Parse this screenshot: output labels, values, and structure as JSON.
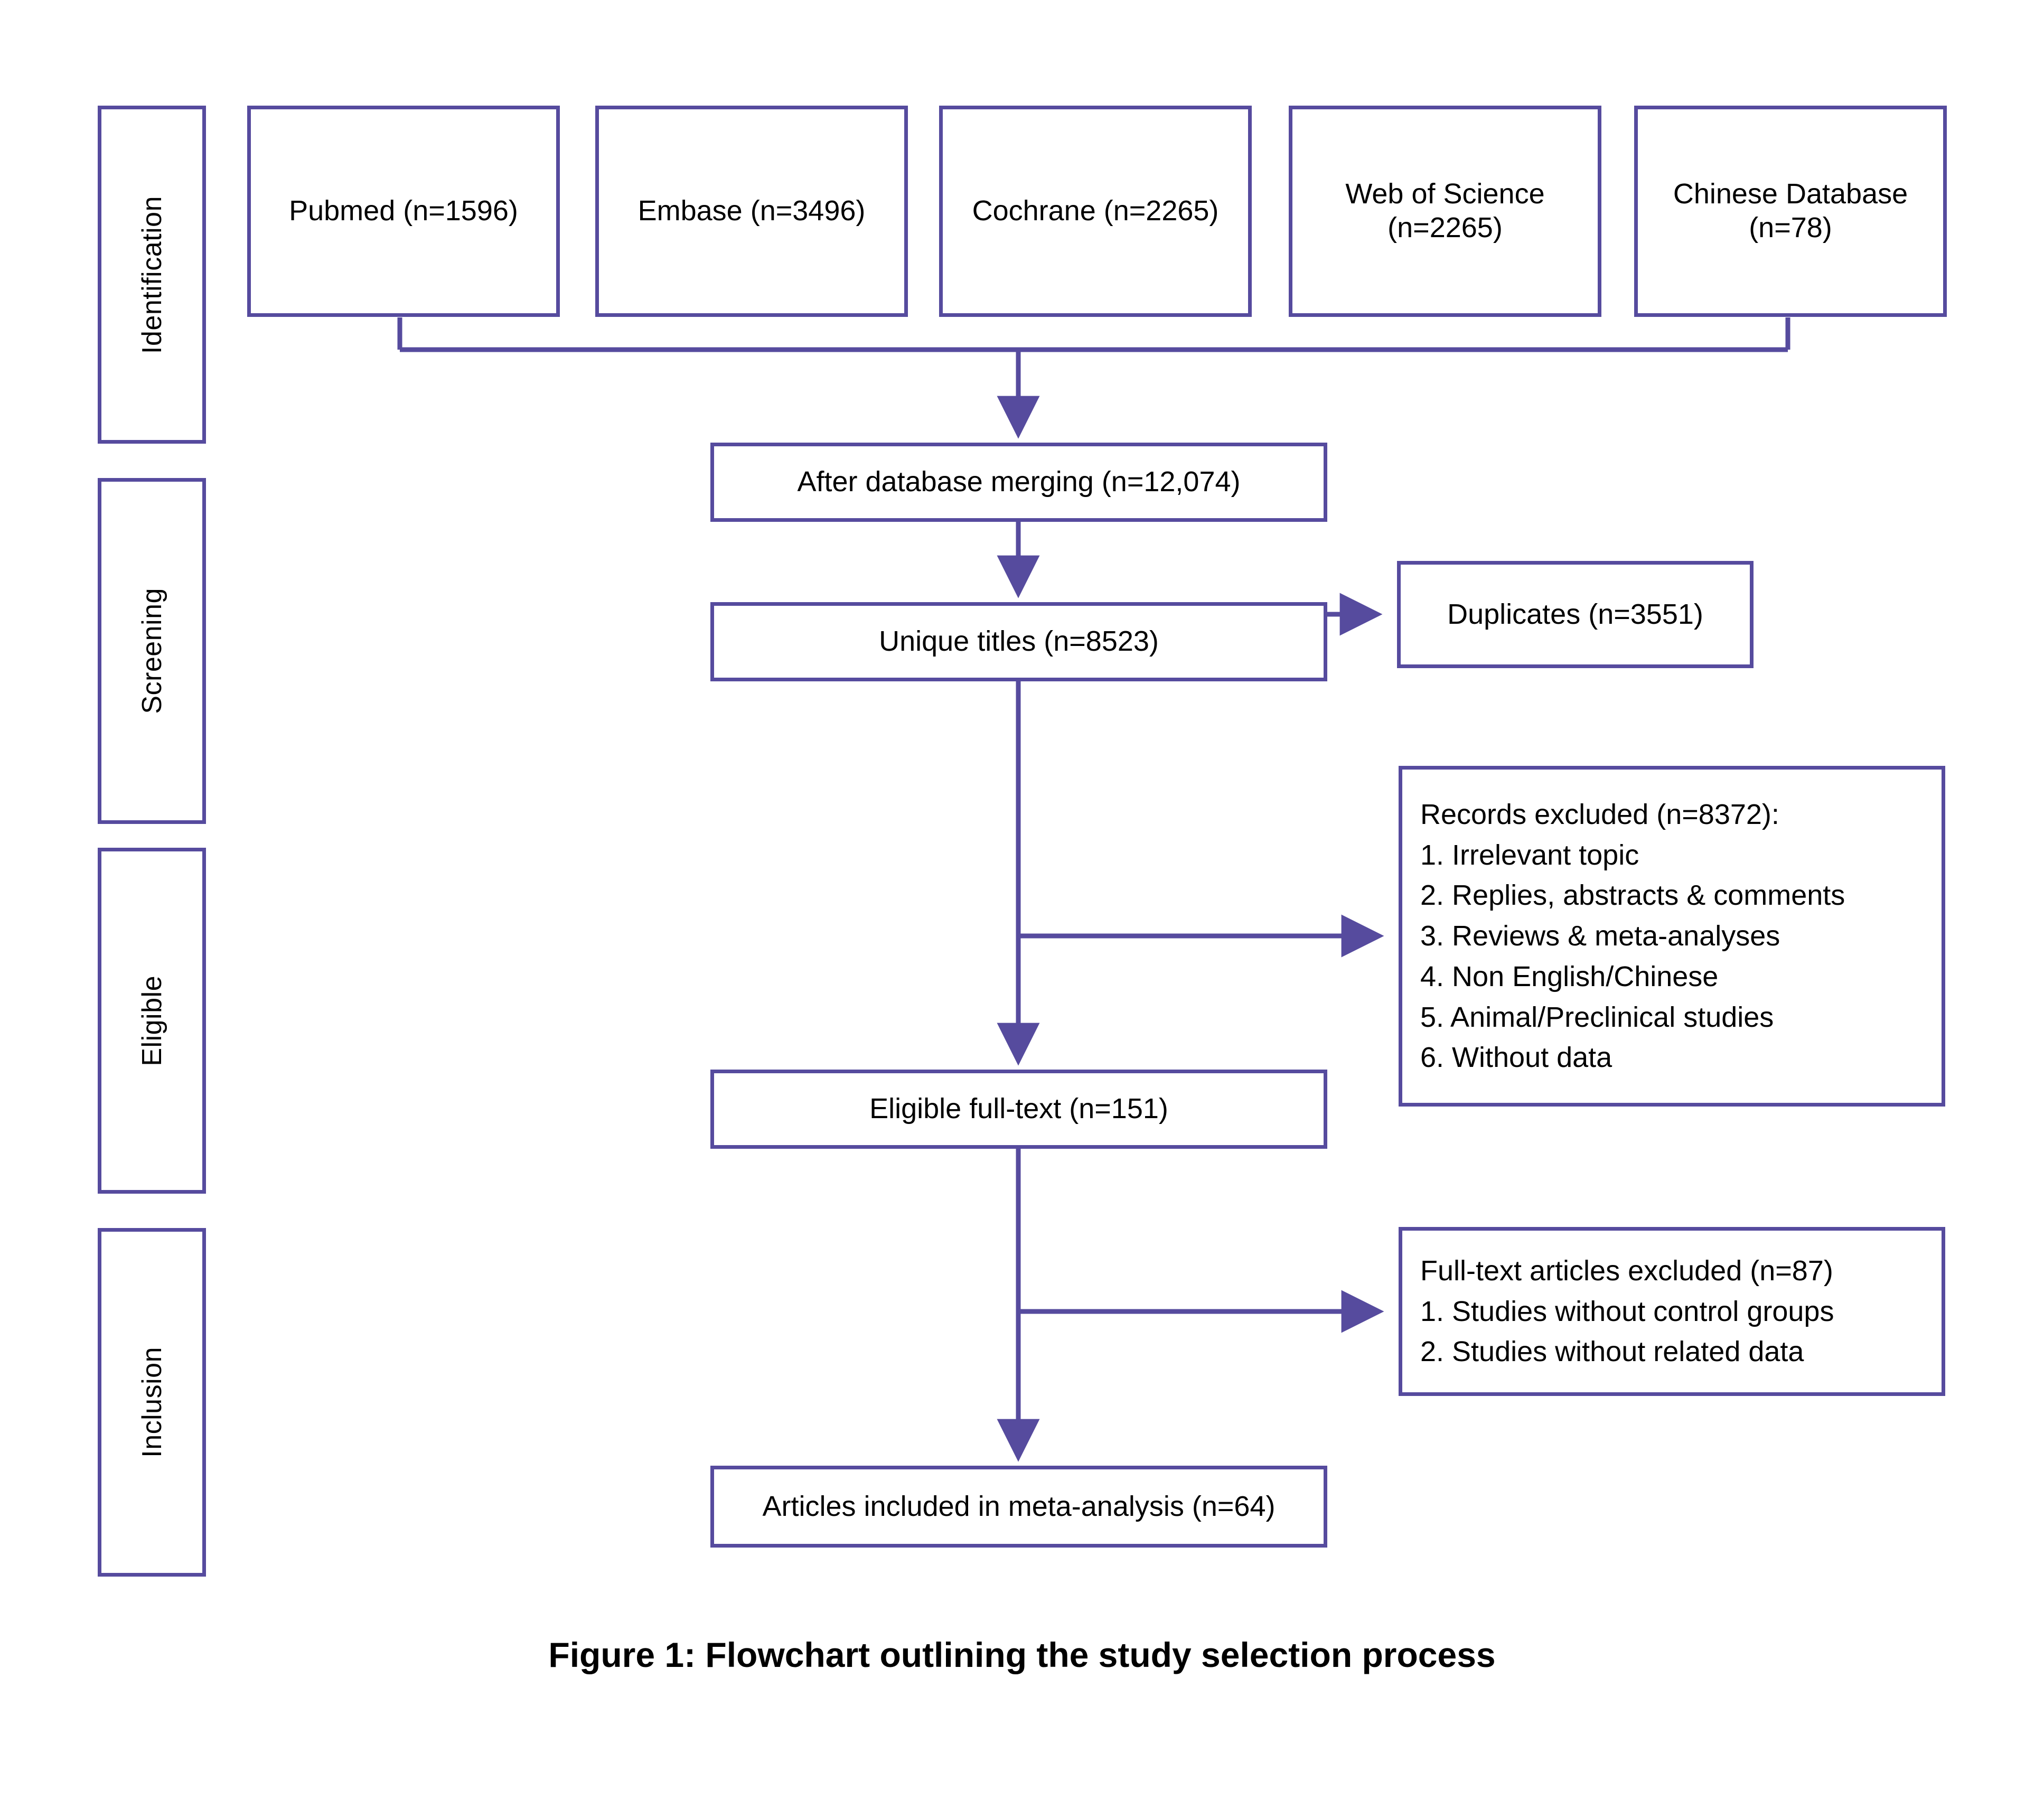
{
  "figure": {
    "caption": "Figure 1: Flowchart outlining the study selection process",
    "accent_color": "#564B9E",
    "text_color": "#000000",
    "background_color": "#FFFFFF"
  },
  "stages": [
    {
      "label": "Identification"
    },
    {
      "label": "Screening"
    },
    {
      "label": "Eligible"
    },
    {
      "label": "Inclusion"
    }
  ],
  "sources": [
    {
      "label": "Pubmed (n=1596)"
    },
    {
      "label": "Embase (n=3496)"
    },
    {
      "label": "Cochrane (n=2265)"
    },
    {
      "label": "Web of Science\n(n=2265)"
    },
    {
      "label": "Chinese Database\n(n=78)"
    }
  ],
  "flow": {
    "merged": "After database merging (n=12,074)",
    "unique_titles": "Unique titles (n=8523)",
    "eligible_fulltext": "Eligible full-text (n=151)",
    "included": "Articles included in meta-analysis (n=64)"
  },
  "exclusions": {
    "duplicates": "Duplicates (n=3551)",
    "records_excluded": {
      "heading": "Records excluded (n=8372):",
      "items": [
        "1. Irrelevant topic",
        "2. Replies, abstracts & comments",
        "3. Reviews & meta-analyses",
        "4. Non English/Chinese",
        "5. Animal/Preclinical studies",
        "6. Without data"
      ]
    },
    "fulltext_excluded": {
      "heading": "Full-text articles excluded (n=87)",
      "items": [
        "1. Studies without control groups",
        "2. Studies without related data"
      ]
    }
  },
  "chart_data": {
    "type": "diagram",
    "title": "Figure 1: Flowchart outlining the study selection process",
    "diagram_kind": "PRISMA study selection flowchart",
    "stages": [
      "Identification",
      "Screening",
      "Eligible",
      "Inclusion"
    ],
    "nodes": [
      {
        "id": "pubmed",
        "stage": "Identification",
        "label": "Pubmed (n=1596)",
        "n": 1596
      },
      {
        "id": "embase",
        "stage": "Identification",
        "label": "Embase (n=3496)",
        "n": 3496
      },
      {
        "id": "cochrane",
        "stage": "Identification",
        "label": "Cochrane (n=2265)",
        "n": 2265
      },
      {
        "id": "wos",
        "stage": "Identification",
        "label": "Web of Science (n=2265)",
        "n": 2265
      },
      {
        "id": "chinese",
        "stage": "Identification",
        "label": "Chinese Database (n=78)",
        "n": 78
      },
      {
        "id": "merged",
        "stage": "Screening",
        "label": "After database merging (n=12,074)",
        "n": 12074
      },
      {
        "id": "duplicates",
        "stage": "Screening",
        "label": "Duplicates (n=3551)",
        "n": 3551
      },
      {
        "id": "unique",
        "stage": "Screening",
        "label": "Unique titles (n=8523)",
        "n": 8523
      },
      {
        "id": "records_excluded",
        "stage": "Eligible",
        "label": "Records excluded (n=8372)",
        "n": 8372
      },
      {
        "id": "eligible",
        "stage": "Eligible",
        "label": "Eligible full-text (n=151)",
        "n": 151
      },
      {
        "id": "fulltext_excluded",
        "stage": "Inclusion",
        "label": "Full-text articles excluded (n=87)",
        "n": 87
      },
      {
        "id": "included",
        "stage": "Inclusion",
        "label": "Articles included in meta-analysis (n=64)",
        "n": 64
      }
    ],
    "edges": [
      {
        "from": "pubmed",
        "to": "merged"
      },
      {
        "from": "embase",
        "to": "merged"
      },
      {
        "from": "cochrane",
        "to": "merged"
      },
      {
        "from": "wos",
        "to": "merged"
      },
      {
        "from": "chinese",
        "to": "merged"
      },
      {
        "from": "merged",
        "to": "duplicates"
      },
      {
        "from": "merged",
        "to": "unique"
      },
      {
        "from": "unique",
        "to": "records_excluded"
      },
      {
        "from": "unique",
        "to": "eligible"
      },
      {
        "from": "eligible",
        "to": "fulltext_excluded"
      },
      {
        "from": "eligible",
        "to": "included"
      }
    ]
  }
}
